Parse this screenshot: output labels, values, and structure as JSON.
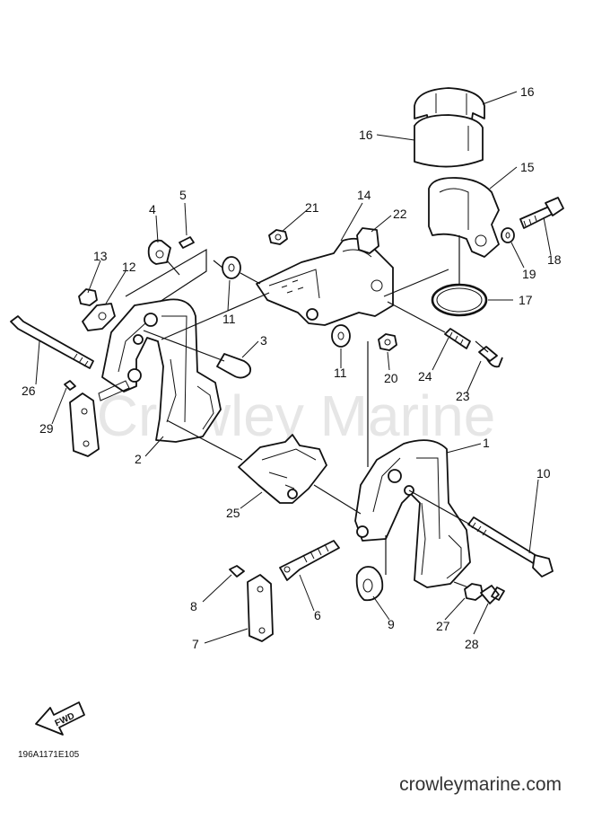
{
  "watermark": "Crowley Marine",
  "drawing_code": "196A1171E105",
  "site_url": "crowleymarine.com",
  "fwd_label": "FWD",
  "callouts": [
    "16",
    "16",
    "15",
    "14",
    "21",
    "22",
    "5",
    "4",
    "13",
    "12",
    "26",
    "11",
    "3",
    "18",
    "19",
    "17",
    "11",
    "20",
    "24",
    "23",
    "2",
    "29",
    "1",
    "10",
    "25",
    "8",
    "6",
    "9",
    "27",
    "28",
    "7"
  ]
}
